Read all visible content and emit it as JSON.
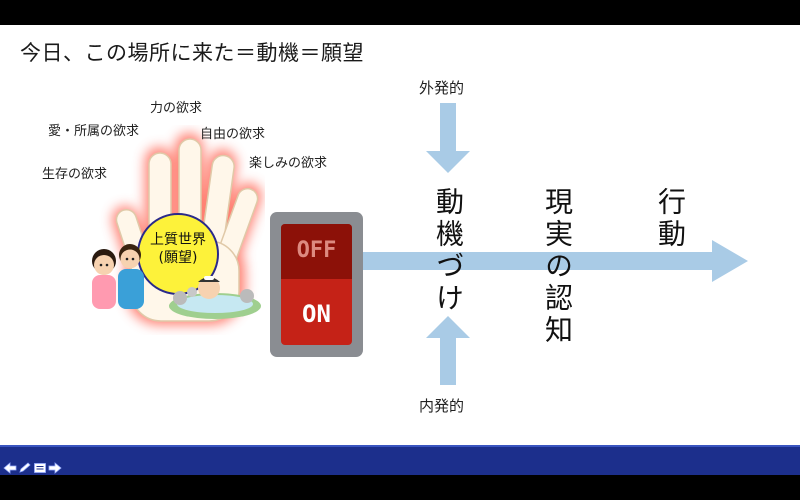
{
  "title": "今日、この場所に来た＝動機＝願望",
  "desires": {
    "power": "力の欲求",
    "love": "愛・所属の欲求",
    "freedom": "自由の欲求",
    "survival": "生存の欲求",
    "fun": "楽しみの欲求"
  },
  "circle": {
    "line1": "上質世界",
    "line2": "(願望)"
  },
  "switch": {
    "off": "OFF",
    "on": "ON"
  },
  "flow": {
    "external": "外発的",
    "internal": "内発的",
    "motivation": "動機づけ",
    "reality": "現実の認知",
    "action": "行動"
  },
  "colors": {
    "arrow": "#a9cbe6",
    "circle": "#fdf23a",
    "switch_red": "#c52217",
    "bottom_bar": "#1c2f8c"
  },
  "icons": [
    "hand-illustration",
    "family-illustration",
    "bathing-person-illustration",
    "switch-illustration",
    "arrow-left-icon",
    "pen-icon",
    "slide-icon",
    "arrow-right-icon"
  ]
}
